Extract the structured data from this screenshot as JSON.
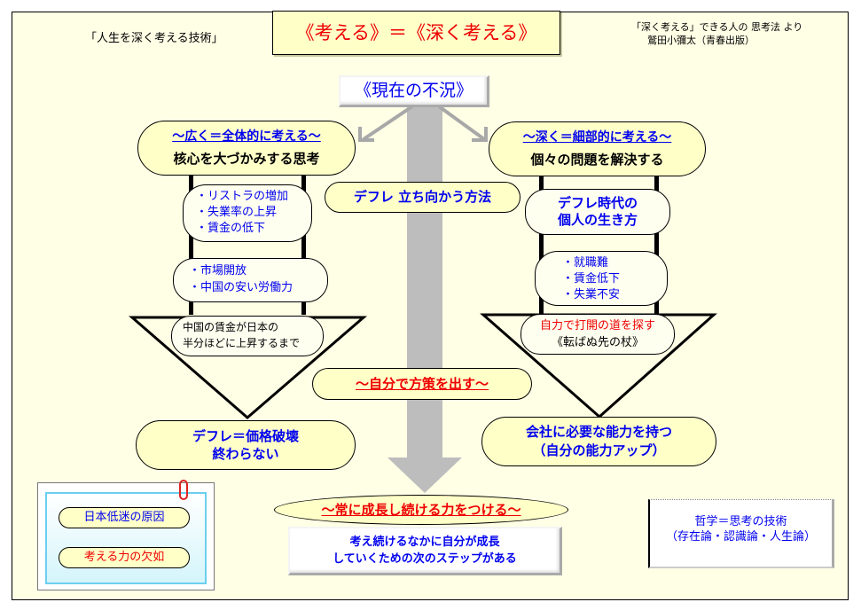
{
  "header": {
    "book_title": "「人生を深く考える技術」",
    "main_title": "《考える》＝《深く考える》",
    "source_line1": "「深く考える」できる人の 思考法 より",
    "source_line2": "鷲田小彌太（青春出版）"
  },
  "top_node": "《現在の不況》",
  "center": {
    "method_label": "デフレ 立ち向かう方法",
    "own_strategy": "～自分で方策を出す～",
    "growth_label": "～常に成長し続ける力をつける～",
    "next_step_line1": "考え続けるなかに自分が成長",
    "next_step_line2": "していくための次のステップがある"
  },
  "left_branch": {
    "heading": "～広く＝全体的に考える～",
    "subheading": "核心を大づかみする思考",
    "causes": [
      "・リストラの増加",
      "・失業率の上昇",
      "・賃金の低下"
    ],
    "factors": [
      "・市場開放",
      "・中国の安い労働力"
    ],
    "condition_line1": "中国の賃金が日本の",
    "condition_line2": "半分ほどに上昇するまで",
    "result_line1": "デフレ＝価格破壊",
    "result_line2": "終わらない"
  },
  "right_branch": {
    "heading": "～深く＝細部的に考える～",
    "subheading": "個々の問題を解決する",
    "lifestyle_line1": "デフレ時代の",
    "lifestyle_line2": "個人の生き方",
    "issues": [
      "・就職難",
      "・賃金低下",
      "・失業不安"
    ],
    "action_line1": "自力で打開の道を探す",
    "action_line2": "《転ばぬ先の杖》",
    "result_line1": "会社に必要な能力を持つ",
    "result_line2": "（自分の能力アップ）"
  },
  "note_card": {
    "cause": "日本低迷の原因",
    "answer": "考える力の欠如"
  },
  "philosophy_box": {
    "line1": "哲学＝思考の技術",
    "line2": "（存在論・認識論・人生論）"
  },
  "colors": {
    "background": "#ffffe6",
    "pill_fill": "#ffffc8",
    "blue_text": "#0000ee",
    "red_text": "#ee0000",
    "arrow_gray": "#b4b4b4"
  }
}
